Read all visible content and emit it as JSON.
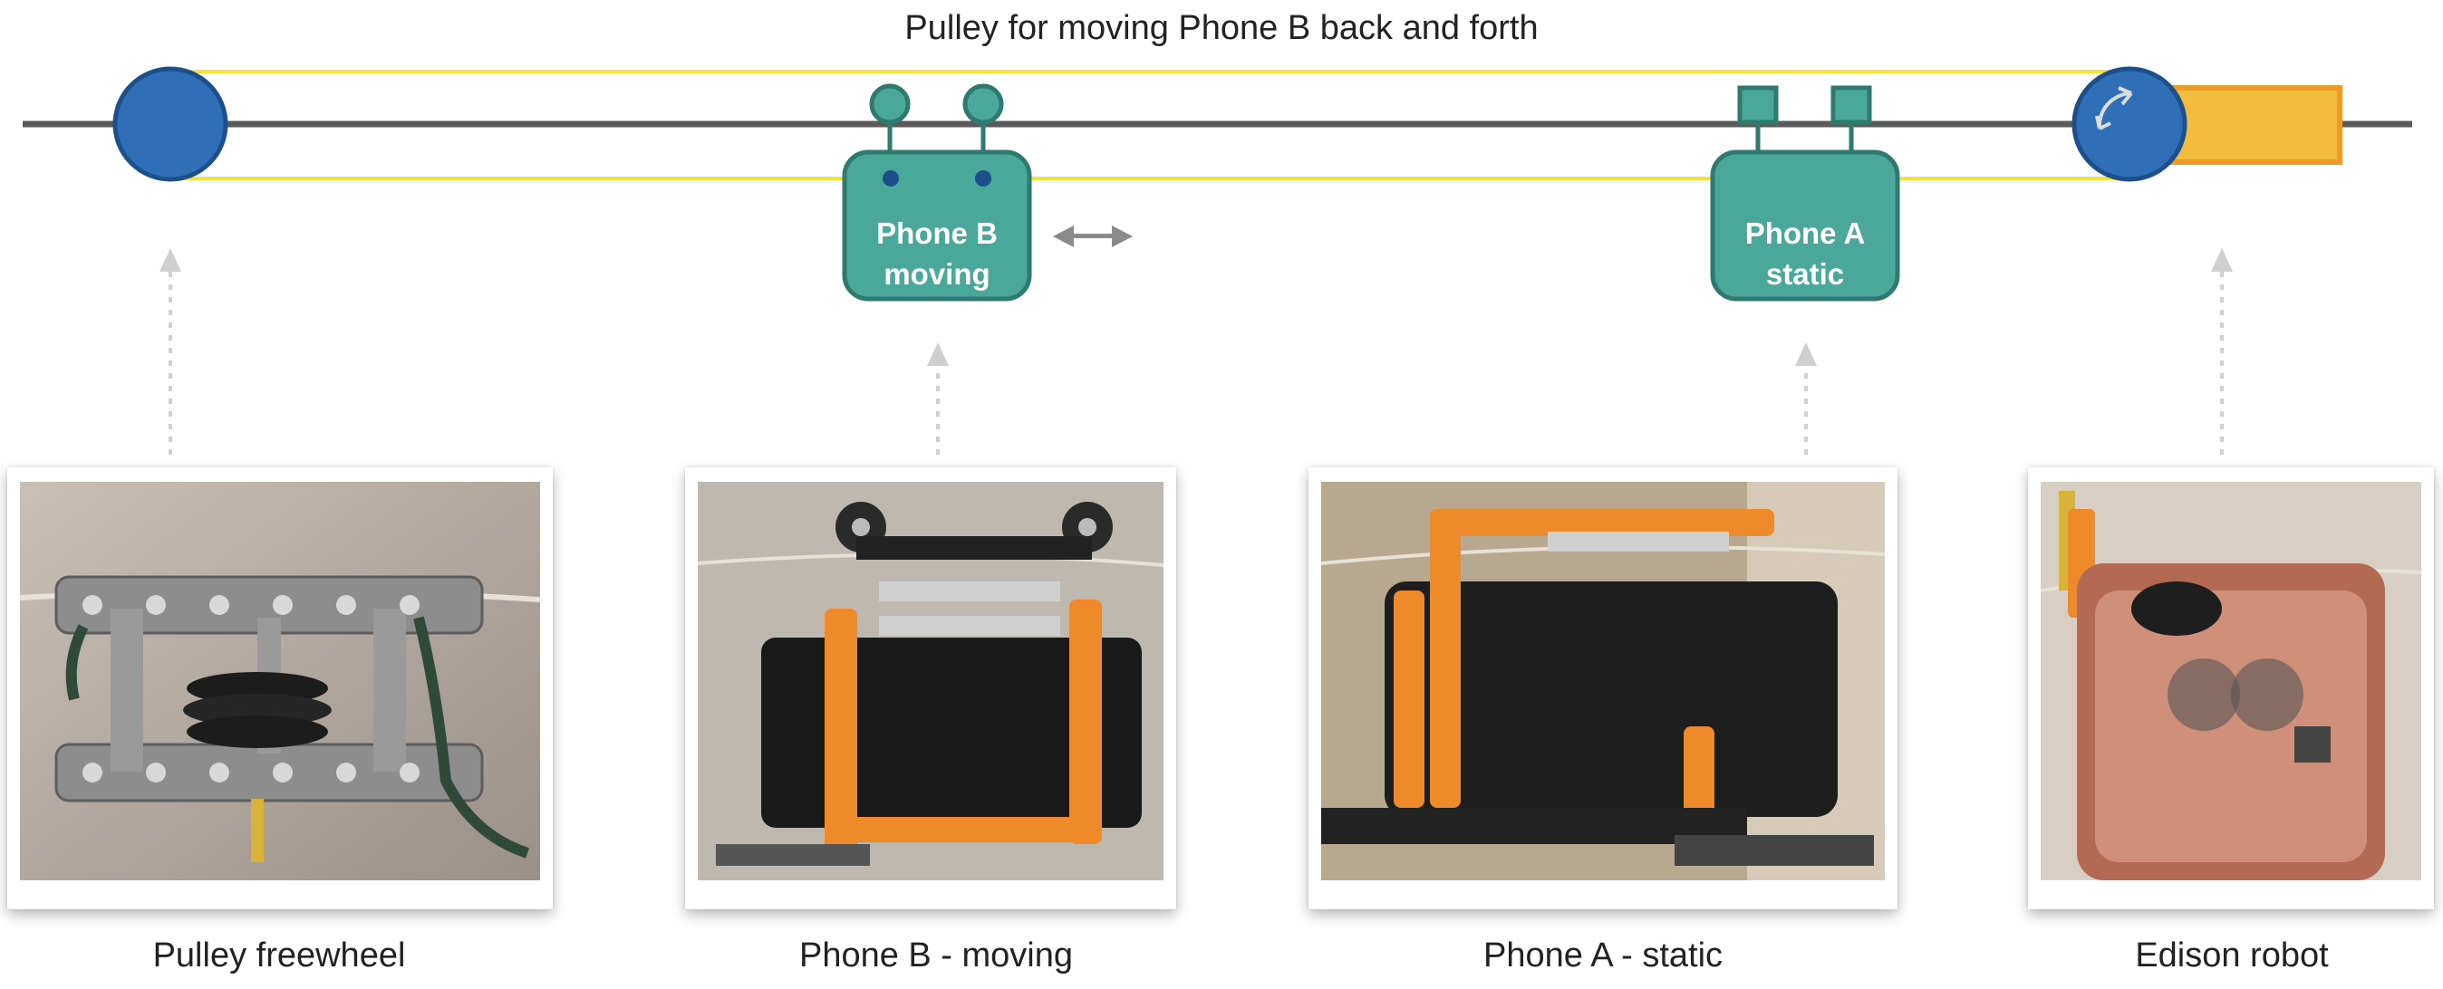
{
  "title": "Pulley for moving Phone B back and forth",
  "nodes": {
    "phone_b": {
      "line1": "Phone B",
      "line2": "moving"
    },
    "phone_a": {
      "line1": "Phone A",
      "line2": "static"
    }
  },
  "photos": [
    {
      "caption": "Pulley freewheel"
    },
    {
      "caption": "Phone B - moving"
    },
    {
      "caption": "Phone A - static"
    },
    {
      "caption": "Edison robot"
    }
  ],
  "colors": {
    "rail": "#5a5a5a",
    "cord": "#f2e23c",
    "pulley": "#2f6fb7",
    "pulley_stroke": "#1d4f8a",
    "phone_box": "#4aa89a",
    "phone_box_stroke": "#2e7a6e",
    "robot": "#f2bd3c",
    "robot_stroke": "#ef9a26",
    "arrow": "#cfcfcf"
  }
}
